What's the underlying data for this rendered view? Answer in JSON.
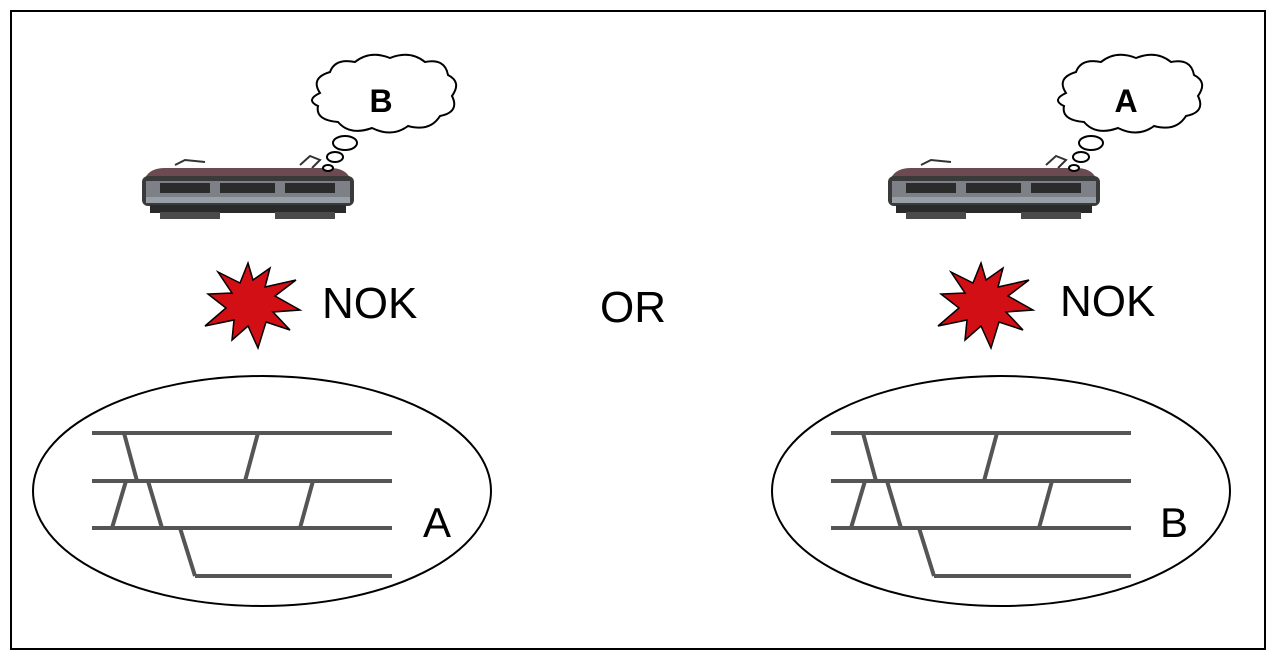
{
  "scenarios": [
    {
      "thought_label": "B",
      "status_text": "NOK",
      "yard_label": "A"
    },
    {
      "thought_label": "A",
      "status_text": "NOK",
      "yard_label": "B"
    }
  ],
  "separator_text": "OR",
  "colors": {
    "burst": "#d10f14",
    "track": "#555555",
    "outline": "#000000"
  }
}
